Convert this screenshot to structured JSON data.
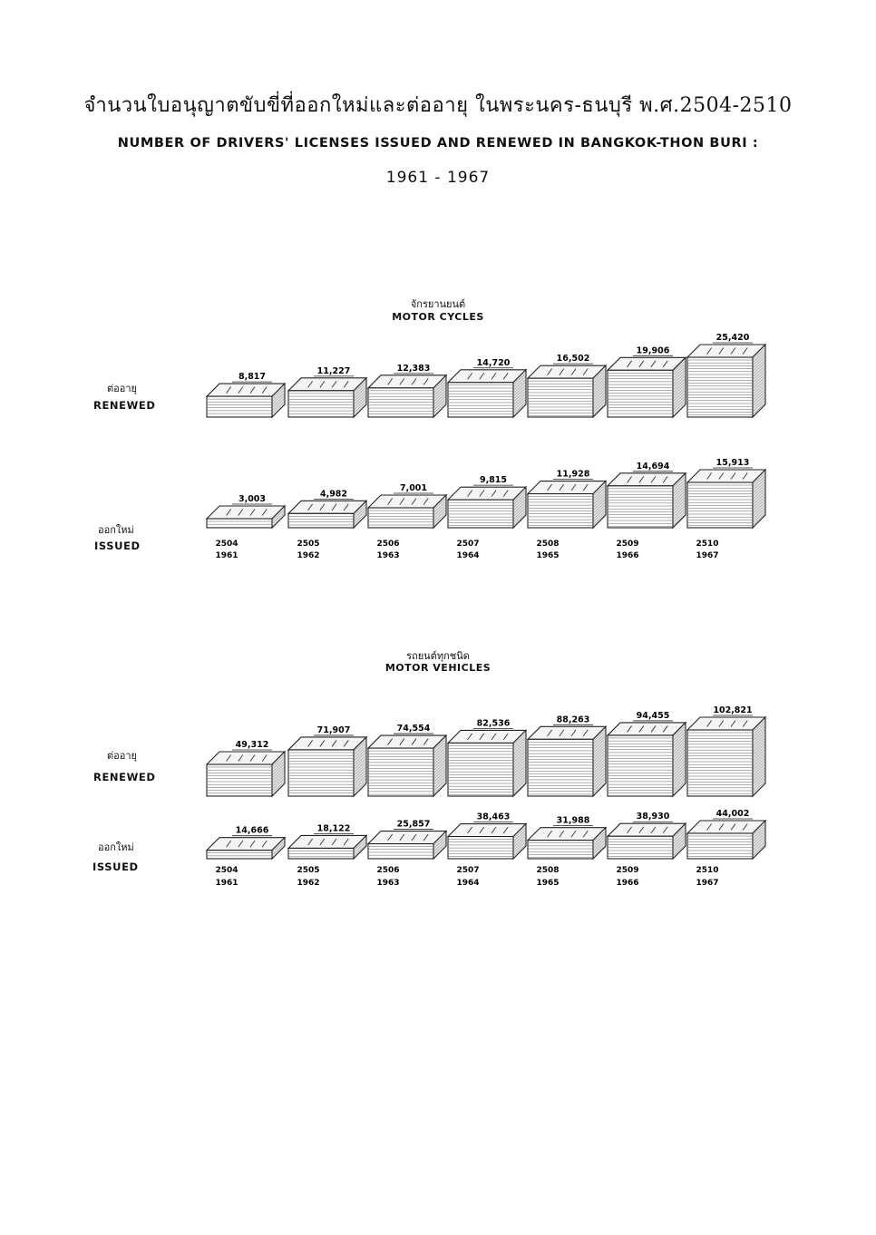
{
  "header": {
    "title_th": "จำนวนใบอนุญาตขับขี่ที่ออกใหม่และต่ออายุ ในพระนคร-ธนบุรี พ.ศ.2504-2510",
    "title_en": "NUMBER OF DRIVERS' LICENSES ISSUED AND RENEWED IN BANGKOK-THON BURI :",
    "subtitle": "1961 - 1967"
  },
  "row_labels": {
    "renewed_th": "ต่ออายุ",
    "renewed_en": "RENEWED",
    "issued_th": "ออกใหม่",
    "issued_en": "ISSUED"
  },
  "chart_data": [
    {
      "type": "bar",
      "title_th": "จักรยานยนต์",
      "title": "MOTOR CYCLES",
      "categories_th": [
        "2504",
        "2505",
        "2506",
        "2507",
        "2508",
        "2509",
        "2510"
      ],
      "categories": [
        "1961",
        "1962",
        "1963",
        "1964",
        "1965",
        "1966",
        "1967"
      ],
      "series": [
        {
          "name": "RENEWED",
          "values": [
            8817,
            11227,
            12383,
            14720,
            16502,
            19906,
            25420
          ],
          "labels": [
            "8,817",
            "11,227",
            "12,383",
            "14,720",
            "16,502",
            "19,906",
            "25,420"
          ]
        },
        {
          "name": "ISSUED",
          "values": [
            3003,
            4982,
            7001,
            9815,
            11928,
            14694,
            15913
          ],
          "labels": [
            "3,003",
            "4,982",
            "7,001",
            "9,815",
            "11,928",
            "14,694",
            "15,913"
          ]
        }
      ]
    },
    {
      "type": "bar",
      "title_th": "รถยนต์ทุกชนิด",
      "title": "MOTOR VEHICLES",
      "categories_th": [
        "2504",
        "2505",
        "2506",
        "2507",
        "2508",
        "2509",
        "2510"
      ],
      "categories": [
        "1961",
        "1962",
        "1963",
        "1964",
        "1965",
        "1966",
        "1967"
      ],
      "series": [
        {
          "name": "RENEWED",
          "values": [
            49312,
            71907,
            74554,
            82536,
            88263,
            94455,
            102821
          ],
          "labels": [
            "49,312",
            "71,907",
            "74,554",
            "82,536",
            "88,263",
            "94,455",
            "102,821"
          ]
        },
        {
          "name": "ISSUED",
          "values": [
            14666,
            18122,
            25857,
            38463,
            31988,
            38930,
            44002
          ],
          "labels": [
            "14,666",
            "18,122",
            "25,857",
            "38,463",
            "31,988",
            "38,930",
            "44,002"
          ]
        }
      ]
    }
  ]
}
